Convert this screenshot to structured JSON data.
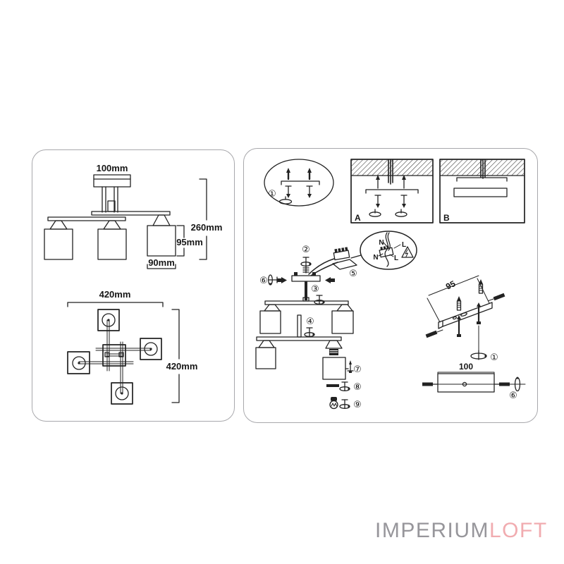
{
  "panels": {
    "left": {
      "front_view": {
        "canopy_width": "100mm",
        "total_height": "260mm",
        "shade_height": "95mm",
        "shade_width": "90mm"
      },
      "top_view": {
        "overall_width": "420mm",
        "overall_depth": "420mm"
      }
    },
    "right": {
      "steps": {
        "s1": "①",
        "s2": "②",
        "s3": "③",
        "s4": "④",
        "s5": "⑤",
        "s6": "⑥",
        "s7": "⑦",
        "s8": "⑧",
        "s9": "⑨"
      },
      "mount_options": {
        "a_label": "A",
        "b_label": "B"
      },
      "wiring": {
        "n_top": "N",
        "l_top": "L",
        "n_mid": "N",
        "l_mid": "L"
      },
      "bracket_3d": {
        "hole_spacing": "95"
      },
      "bracket_front": {
        "width": "100"
      }
    }
  },
  "logo": {
    "part1": "IMPERIUM",
    "part2": "LOFT",
    "part1_color": "#97969b",
    "part2_color": "#f1acb0"
  }
}
